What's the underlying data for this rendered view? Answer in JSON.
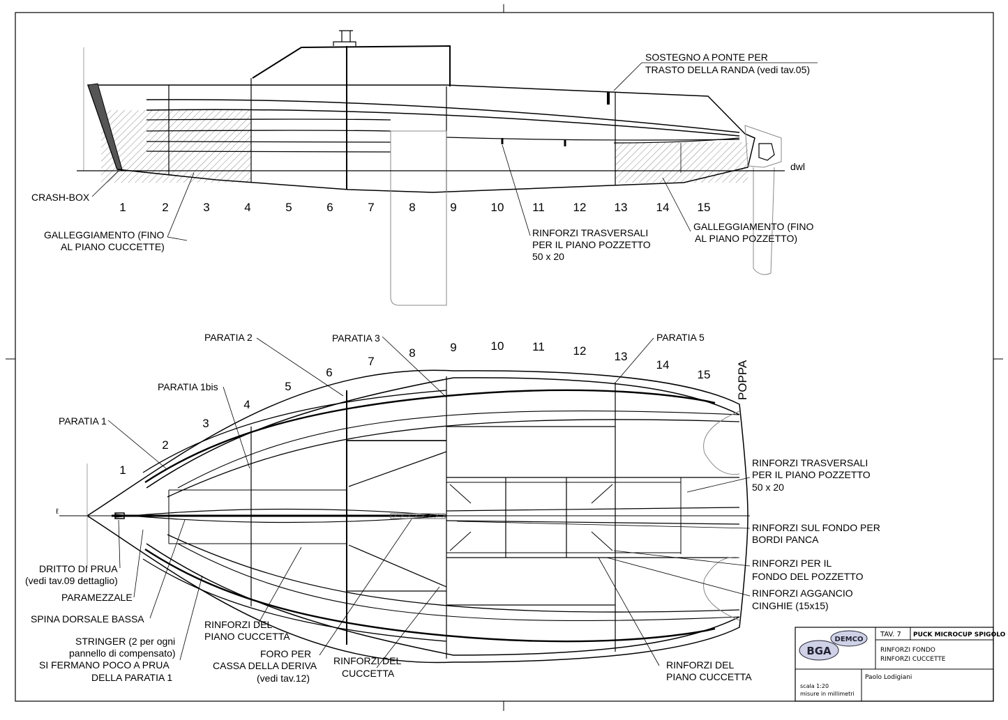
{
  "side_view": {
    "station_numbers": [
      "1",
      "2",
      "3",
      "4",
      "5",
      "6",
      "7",
      "8",
      "9",
      "10",
      "11",
      "12",
      "13",
      "14",
      "15"
    ],
    "dwl": "dwl",
    "crash_box": "CRASH-BOX",
    "galleggiamento_cuccette": [
      "GALLEGGIAMENTO (FINO",
      "AL PIANO CUCCETTE)"
    ],
    "sostegno": [
      "SOSTEGNO A PONTE PER",
      "TRASTO DELLA RANDA (vedi tav.05)"
    ],
    "rinforzi_trasversali": [
      "RINFORZI TRASVERSALI",
      "PER IL PIANO POZZETTO",
      "50 x 20"
    ],
    "galleggiamento_pozzetto": [
      "GALLEGGIAMENTO (FINO",
      "AL PIANO POZZETTO)"
    ]
  },
  "plan_view": {
    "station_numbers": [
      "1",
      "2",
      "3",
      "4",
      "5",
      "6",
      "7",
      "8",
      "9",
      "10",
      "11",
      "12",
      "13",
      "14",
      "15"
    ],
    "centerline_symbol": "ℓ",
    "poppa": "POPPA",
    "paratia_1": "PARATIA 1",
    "paratia_1bis": "PARATIA 1bis",
    "paratia_2": "PARATIA 2",
    "paratia_3": "PARATIA 3",
    "paratia_5": "PARATIA 5",
    "rinforzi_trasversali": [
      "RINFORZI TRASVERSALI",
      "PER IL PIANO POZZETTO",
      "50 x 20"
    ],
    "rinforzi_fondo_panca": [
      "RINFORZI SUL FONDO PER",
      "BORDI PANCA"
    ],
    "rinforzi_fondo_pozzetto": [
      "RINFORZI PER IL",
      "FONDO DEL POZZETTO"
    ],
    "rinforzi_aggancio": [
      "RINFORZI AGGANCIO",
      "CINGHIE (15x15)"
    ],
    "dritto_di_prua": [
      "DRITTO DI PRUA",
      "(vedi tav.09 dettaglio)"
    ],
    "paramezzale": "PARAMEZZALE",
    "spina_dorsale": "SPINA DORSALE BASSA",
    "stringer": [
      "STRINGER (2 per ogni",
      "pannello di compensato)",
      "SI FERMANO POCO A PRUA",
      "DELLA PARATIA 1"
    ],
    "rinforzi_piano_cuccetta_left": [
      "RINFORZI DEL",
      "PIANO CUCCETTA"
    ],
    "foro_per": [
      "FORO PER",
      "CASSA DELLA DERIVA",
      "(vedi tav.12)"
    ],
    "rinforzi_cuccetta": [
      "RINFORZI DEL",
      "CUCCETTA"
    ],
    "rinforzi_piano_cuccetta_right": [
      "RINFORZI DEL",
      "PIANO CUCCETTA"
    ]
  },
  "title_block": {
    "logo_top": "DEMCO",
    "logo_main": "BGA",
    "tav": "TAV. 7",
    "project": "PUCK MICROCUP SPIGOLO",
    "subject": [
      "RINFORZI FONDO",
      "RINFORZI CUCCETTE"
    ],
    "scale": [
      "scala 1:20",
      "misure in millimetri"
    ],
    "author": "Paolo Lodigiani"
  }
}
